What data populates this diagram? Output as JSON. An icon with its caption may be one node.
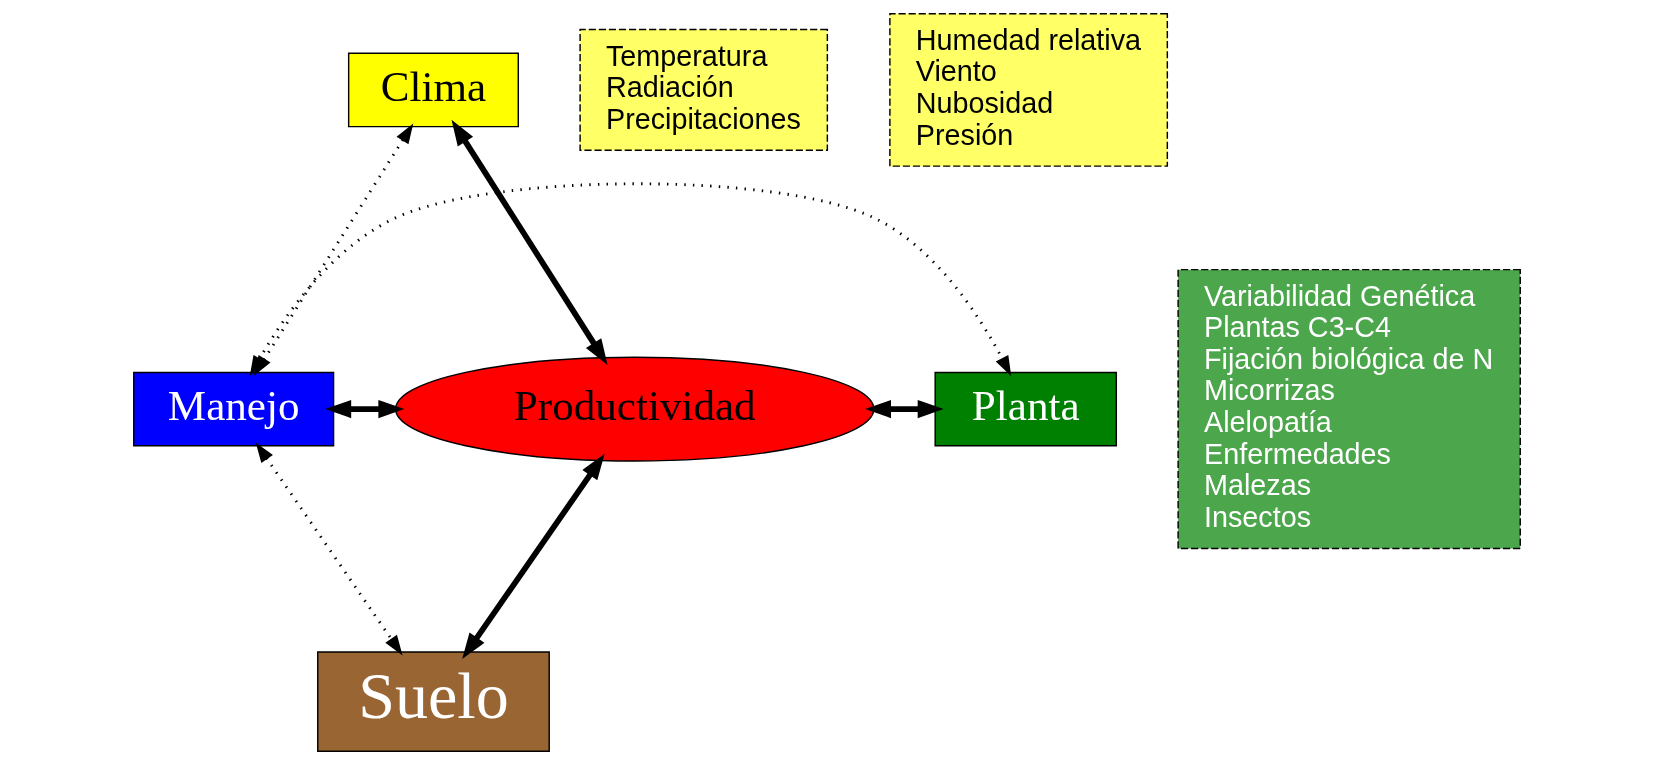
{
  "diagram": {
    "nodes": [
      {
        "text": [
          "Clima"
        ]
      },
      {
        "text": [
          "Temperatura",
          "Radiación",
          "Precipitaciones"
        ]
      },
      {
        "text": [
          "Humedad relativa",
          "Viento",
          "Nubosidad",
          "Presión"
        ]
      },
      {
        "text": [
          "Manejo"
        ]
      },
      {
        "text": [
          "Productividad"
        ]
      },
      {
        "text": [
          "Planta"
        ]
      },
      {
        "text": [
          "Variabilidad Genética",
          "Plantas C3-C4",
          "Fijación biológica de N",
          "Micorrizas",
          "Alelopatía",
          "Enfermedades",
          "Malezas",
          "Insectos"
        ]
      },
      {
        "text": [
          "Suelo"
        ]
      }
    ],
    "edges": [
      {
        "from": 3,
        "to": 0,
        "arrow": "both",
        "style": "dashed"
      },
      {
        "from": 3,
        "to": 5,
        "arrow": "both",
        "style": "dashed"
      },
      {
        "from": 0,
        "to": 4,
        "arrow": "both"
      },
      {
        "from": 3,
        "to": 4,
        "arrow": "both"
      },
      {
        "from": 4,
        "to": 5,
        "arrow": "both"
      },
      {
        "from": 4,
        "to": 7,
        "arrow": "both"
      },
      {
        "from": 3,
        "to": 7,
        "arrow": "both",
        "style": "dashed"
      }
    ]
  }
}
